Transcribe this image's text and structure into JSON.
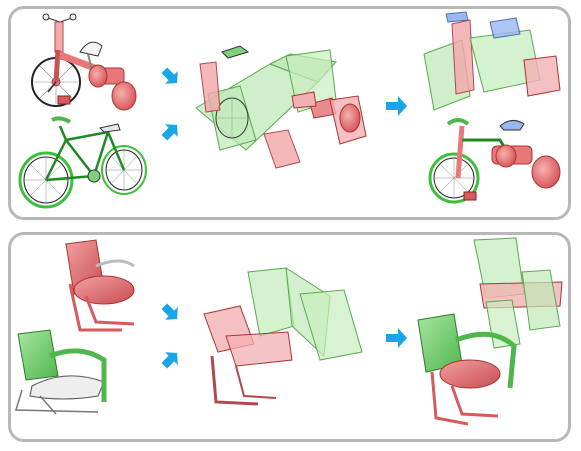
{
  "figure": {
    "panels": [
      {
        "id": "tricycle-bicycle",
        "inputs": [
          "tricycle",
          "bicycle"
        ],
        "result": "hybrid-tricycle"
      },
      {
        "id": "chairs",
        "inputs": [
          "cantilever-chair",
          "armchair"
        ],
        "result": "hybrid-chair"
      }
    ],
    "colors": {
      "source_a": "#e8777a",
      "source_b": "#7ed07a",
      "arrow": "#18a6e6",
      "panel_border": "#b8b8b8",
      "highlight_blue": "#9ab8f0"
    },
    "icons": [
      "arrow-diagonal-down-right",
      "arrow-diagonal-up-right",
      "arrow-right"
    ]
  }
}
